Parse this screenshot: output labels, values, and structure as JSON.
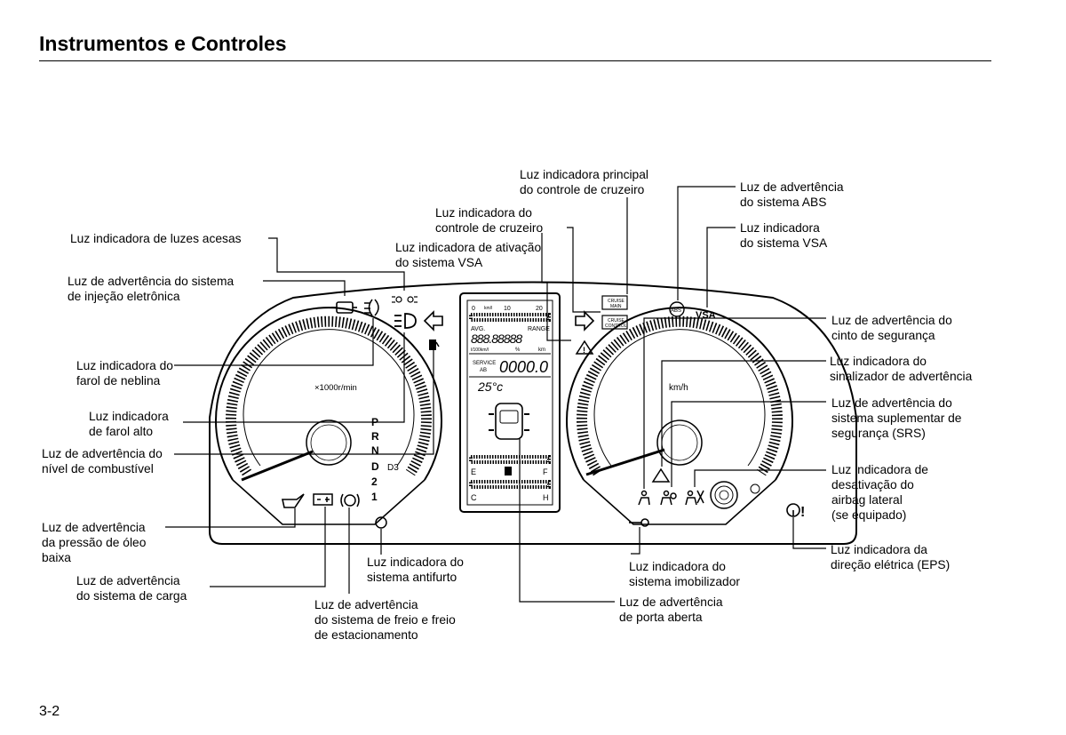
{
  "header": {
    "title": "Instrumentos e Controles"
  },
  "page": {
    "number": "3-2"
  },
  "cluster": {
    "tach_unit": "×1000r/min",
    "speed_unit": "km/h",
    "gear_letters": [
      "P",
      "R",
      "N",
      "D",
      "2",
      "1"
    ],
    "gear_d3": "D3",
    "display": {
      "scale_0": "0",
      "scale_unit": "km/l",
      "scale_10": "10",
      "scale_20": "20",
      "avg": "AVG.",
      "range": "RANGE",
      "odo_digits": "888.88888",
      "odo_unit": "l/100km/l",
      "percent": "%",
      "km": "km",
      "service": "SERVICE",
      "ab": "AB",
      "service_digits": "0000.0",
      "temp": "25°c",
      "fuel_e": "E",
      "fuel_f": "F",
      "temp_c": "C",
      "temp_h": "H"
    },
    "cruise_main": [
      "CRUISE",
      "MAIN"
    ],
    "cruise_control": [
      "CRUISE",
      "CONTROL"
    ],
    "abs_text": "ABS",
    "vsa_text": "VSA"
  },
  "icons": {
    "check_engine": "check-engine-icon",
    "fog_light": "fog-light-icon",
    "lights_on": "lights-on-icon",
    "high_beam": "high-beam-icon",
    "turn_left": "turn-signal-left-icon",
    "fuel": "fuel-pump-icon",
    "oil": "oil-can-icon",
    "battery": "battery-icon",
    "brake": "brake-icon",
    "immobilizer": "key-icon",
    "eps": "steering-wheel-icon"
  },
  "labels": {
    "lights_on": [
      "Luz indicadora de luzes acesas"
    ],
    "check_engine": [
      "Luz de advertência do sistema",
      "de injeção eletrônica"
    ],
    "fog_light": [
      "Luz indicadora do",
      "farol de neblina"
    ],
    "high_beam": [
      "Luz indicadora",
      "de farol alto"
    ],
    "fuel_level": [
      "Luz de advertência do",
      "nível de combustível"
    ],
    "oil_pressure": [
      "Luz de advertência",
      "da pressão de óleo",
      "baixa"
    ],
    "charging": [
      "Luz de advertência",
      "do sistema de carga"
    ],
    "brake": [
      "Luz de advertência",
      "do sistema de freio e freio",
      "de estacionamento"
    ],
    "antitheft": [
      "Luz indicadora do",
      "sistema antifurto"
    ],
    "door_open": [
      "Luz de advertência",
      "de porta aberta"
    ],
    "immobilizer": [
      "Luz indicadora do",
      "sistema imobilizador"
    ],
    "eps": [
      "Luz indicadora da",
      "direção elétrica (EPS)"
    ],
    "side_airbag": [
      "Luz indicadora de",
      "desativação do",
      "airbag lateral",
      "(se equipado)"
    ],
    "srs": [
      "Luz de advertência do",
      "sistema suplementar de",
      "segurança (SRS)"
    ],
    "hazard": [
      "Luz indicadora do",
      "sinalizador de advertência"
    ],
    "seatbelt": [
      "Luz de advertência do",
      "cinto de segurança"
    ],
    "vsa_indicator": [
      "Luz indicadora",
      "do sistema VSA"
    ],
    "abs": [
      "Luz de advertência",
      "do sistema ABS"
    ],
    "cruise_main": [
      "Luz indicadora principal",
      "do controle de cruzeiro"
    ],
    "cruise_control": [
      "Luz indicadora do",
      "controle de cruzeiro"
    ],
    "vsa_activation": [
      "Luz indicadora de ativação",
      "do sistema VSA"
    ]
  }
}
